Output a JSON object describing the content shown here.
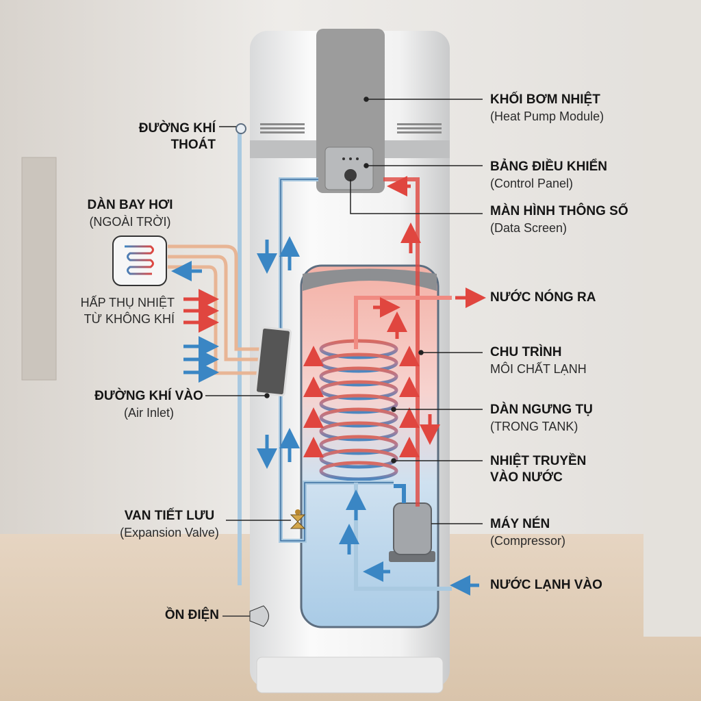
{
  "labels": {
    "exhaust": {
      "line1": "ĐƯỜNG KHÍ",
      "line2": "THOÁT"
    },
    "evaporator": {
      "title": "DÀN BAY HƠI",
      "sub": "(NGOÀI TRỜI)"
    },
    "absorb": {
      "line1": "HẤP THỤ NHIỆT",
      "line2": "TỪ KHÔNG KHÍ"
    },
    "air_inlet": {
      "title": "ĐƯỜNG KHÍ VÀO",
      "sub": "(Air Inlet)"
    },
    "valve": {
      "title": "VAN TIẾT LƯU",
      "sub": "(Expansion Valve)"
    },
    "power": {
      "title": "ỒN ĐIỆN"
    },
    "heat_pump": {
      "title": "KHỐI BƠM NHIỆT",
      "sub": "(Heat Pump Module)"
    },
    "control_panel": {
      "title": "BẢNG ĐIỀU KHIỂN",
      "sub": "(Control Panel)"
    },
    "data_screen": {
      "title": "MÀN HÌNH THÔNG SỐ",
      "sub": "(Data Screen)"
    },
    "hot_out": {
      "title": "NƯỚC NÓNG RA"
    },
    "refrigerant": {
      "title": "CHU TRÌNH",
      "sub": "MÔI CHẤT LẠNH"
    },
    "condenser": {
      "title": "DÀN NGƯNG TỤ",
      "sub": "(TRONG TANK)"
    },
    "heat_transfer": {
      "line1": "NHIỆT TRUYỀN",
      "line2": "VÀO NƯỚC"
    },
    "compressor": {
      "title": "MÁY NÉN",
      "sub": "(Compressor)"
    },
    "cold_in": {
      "title": "NƯỚC LẠNH VÀO"
    }
  },
  "colors": {
    "hot": "#e0463f",
    "cold": "#3a86c4",
    "pipe": "#a9c9e0",
    "module": "#9c9c9c"
  }
}
